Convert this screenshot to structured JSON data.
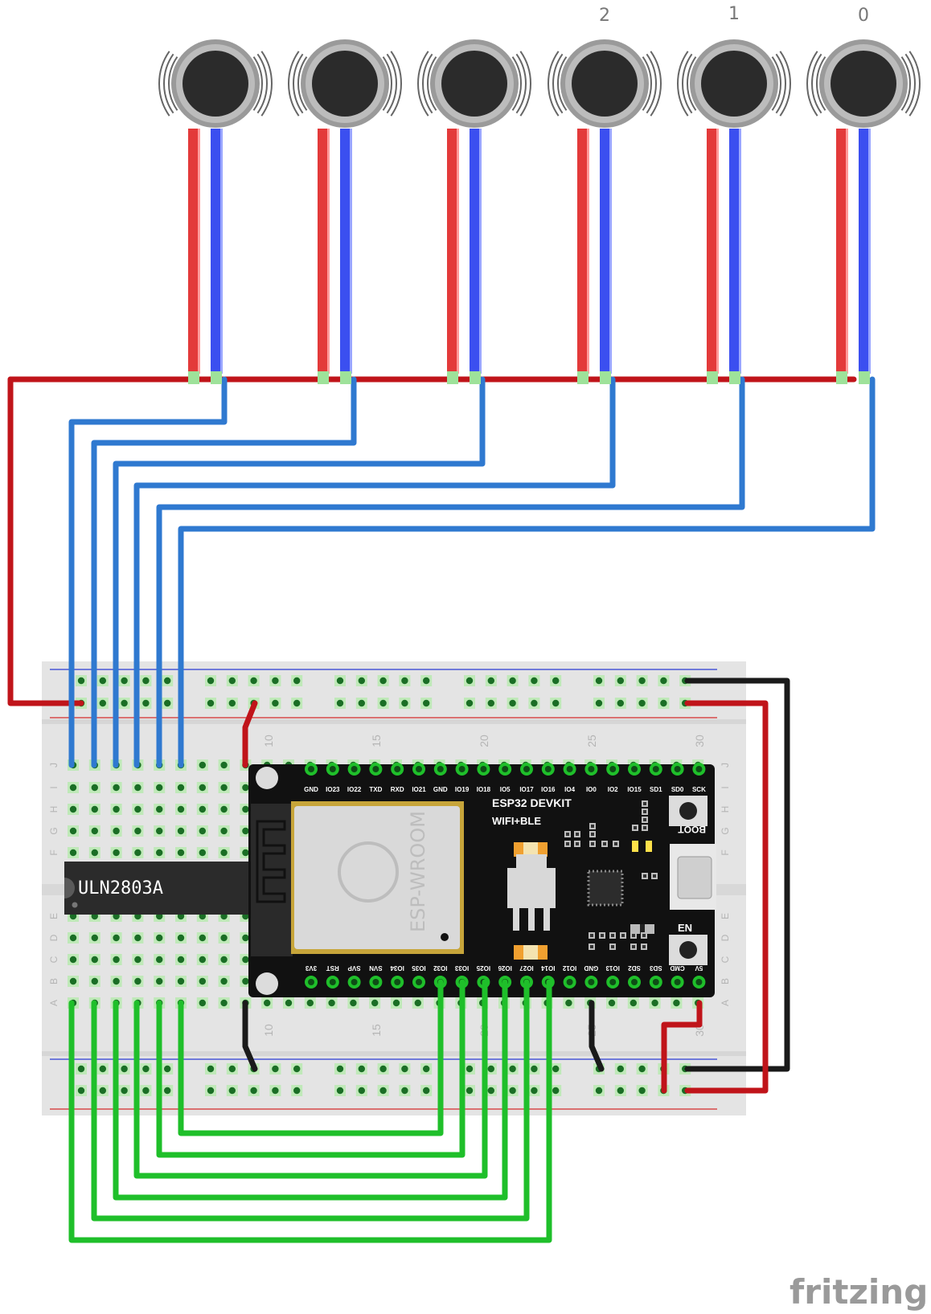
{
  "motor_labels": [
    "2",
    "1",
    "0"
  ],
  "esp32": {
    "title_line1": "ESP32 DEVKIT",
    "title_line2": "WIFI+BLE",
    "module_text": "ESP-WROOM",
    "boot_label": "BOOT",
    "en_label": "EN",
    "top_pins": [
      "GND",
      "IO23",
      "IO22",
      "TXD",
      "RXD",
      "IO21",
      "GND",
      "IO19",
      "IO18",
      "IO5",
      "IO17",
      "IO16",
      "IO4",
      "IO0",
      "IO2",
      "IO15",
      "SD1",
      "SD0",
      "SCK"
    ],
    "bottom_pins": [
      "3V3",
      "RST",
      "SVP",
      "SVN",
      "IO34",
      "IO35",
      "IO32",
      "IO33",
      "IO25",
      "IO26",
      "IO27",
      "IO14",
      "IO12",
      "GND",
      "IO13",
      "SD2",
      "SD3",
      "CMD",
      "5V"
    ]
  },
  "ic": {
    "label": "ULN2803A"
  },
  "breadboard": {
    "row_letters_top": [
      "J",
      "I",
      "H",
      "G",
      "F"
    ],
    "row_letters_bottom": [
      "E",
      "D",
      "C",
      "B",
      "A"
    ],
    "column_numbers_top": [
      "10",
      "15",
      "20",
      "25",
      "30"
    ],
    "column_numbers_bottom": [
      "10",
      "15",
      "20",
      "25",
      "30"
    ]
  },
  "watermark": "fritzing",
  "colors": {
    "power_wire": "#c0141a",
    "signal_wire": "#2f79d0",
    "gpio_wire": "#1fbf2a",
    "ground_wire": "#1a1a1a",
    "motor_red_lead": "#e33a3a",
    "motor_blue_lead": "#3b4ff0",
    "board_black": "#111111",
    "breadboard_gray": "#e4e4e4"
  }
}
